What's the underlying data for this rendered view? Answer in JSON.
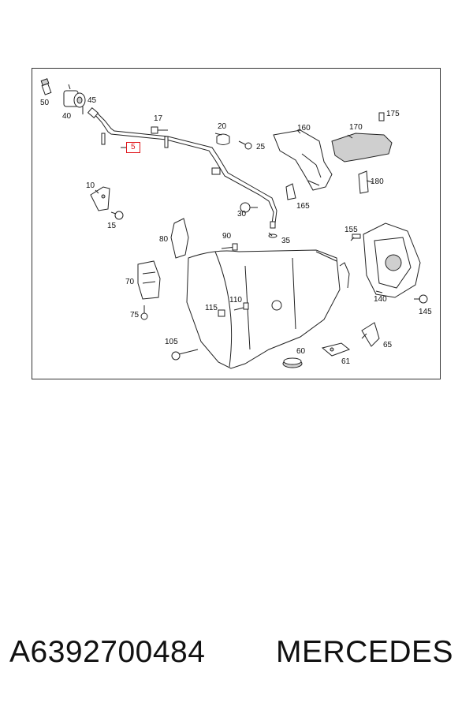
{
  "diagram": {
    "callouts": [
      {
        "id": "c50",
        "label": "50"
      },
      {
        "id": "c40",
        "label": "40"
      },
      {
        "id": "c45",
        "label": "45"
      },
      {
        "id": "c5",
        "label": "5",
        "highlighted": true
      },
      {
        "id": "c17",
        "label": "17"
      },
      {
        "id": "c20",
        "label": "20"
      },
      {
        "id": "c25",
        "label": "25"
      },
      {
        "id": "c160",
        "label": "160"
      },
      {
        "id": "c170",
        "label": "170"
      },
      {
        "id": "c175",
        "label": "175"
      },
      {
        "id": "c180",
        "label": "180"
      },
      {
        "id": "c10",
        "label": "10"
      },
      {
        "id": "c15",
        "label": "15"
      },
      {
        "id": "c30",
        "label": "30"
      },
      {
        "id": "c165",
        "label": "165"
      },
      {
        "id": "c35",
        "label": "35"
      },
      {
        "id": "c80",
        "label": "80"
      },
      {
        "id": "c90",
        "label": "90"
      },
      {
        "id": "c155",
        "label": "155"
      },
      {
        "id": "c70",
        "label": "70"
      },
      {
        "id": "c115",
        "label": "115"
      },
      {
        "id": "c110",
        "label": "110"
      },
      {
        "id": "c140",
        "label": "140"
      },
      {
        "id": "c145",
        "label": "145"
      },
      {
        "id": "c75",
        "label": "75"
      },
      {
        "id": "c105",
        "label": "105"
      },
      {
        "id": "c60",
        "label": "60"
      },
      {
        "id": "c65",
        "label": "65"
      },
      {
        "id": "c61",
        "label": "61"
      }
    ],
    "highlight_color": "#e0161c"
  },
  "footer": {
    "part_number": "A6392700484",
    "brand": "MERCEDES"
  }
}
